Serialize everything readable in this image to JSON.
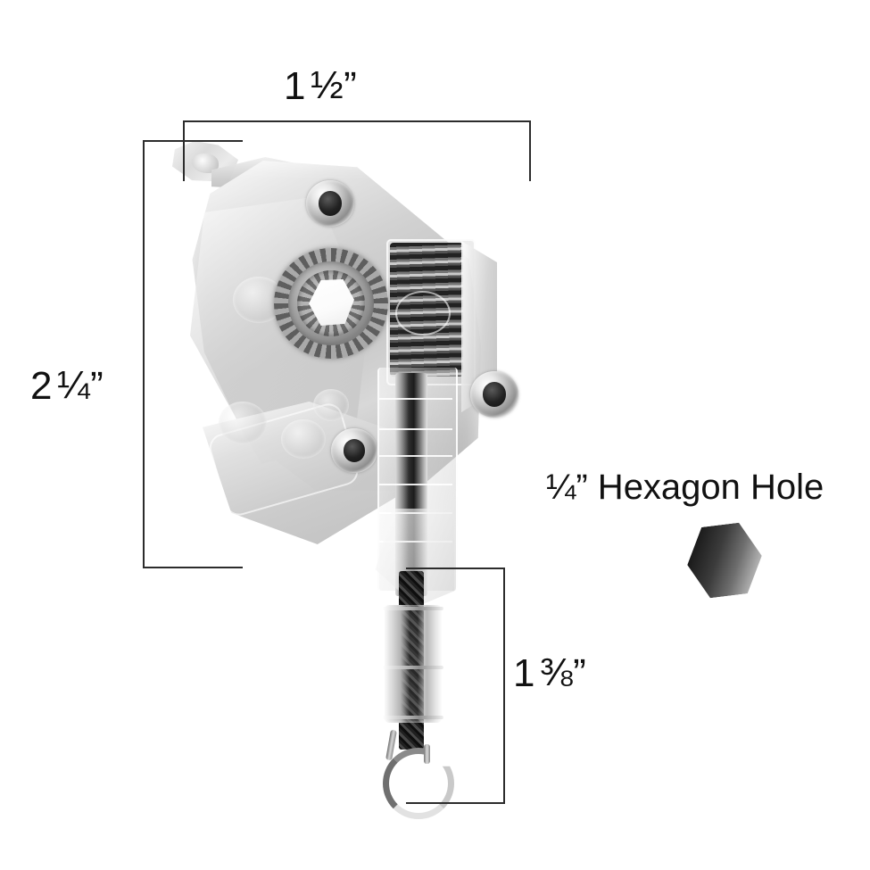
{
  "page": {
    "background_color": "#ffffff",
    "title": "Roller Shade Clutch Mechanism Dimension Diagram"
  },
  "dimensions": {
    "width": {
      "whole": "1",
      "fraction": "½",
      "unit": "”",
      "full_text": "1 ½”",
      "axis": "horizontal",
      "describes": "overall width of clutch housing"
    },
    "height": {
      "whole": "2",
      "fraction": "¼",
      "unit": "”",
      "full_text": "2 ¼”",
      "axis": "vertical",
      "describes": "overall height of clutch housing"
    },
    "cord_length": {
      "whole": "1",
      "fraction": "⅜",
      "unit": "”",
      "full_text": "1 ⅜”",
      "axis": "vertical",
      "describes": "length of cord sleeve and hook"
    }
  },
  "callout": {
    "hex_hole": {
      "fraction": "¼",
      "unit": "”",
      "text": " Hexagon Hole",
      "full_text": "¼” Hexagon Hole"
    },
    "swatch": {
      "shape": "hexagon",
      "fill_dark": "#0b0b0b",
      "fill_light": "#e2e2e2"
    }
  },
  "product": {
    "name": "clutch-mechanism",
    "material": "clear translucent plastic",
    "parts": [
      "mounting tab",
      "housing body",
      "chrome screw",
      "clutch gear with hexagon hole",
      "coil spring chamber",
      "ribbed stem housing",
      "braided cord",
      "chrome sleeve",
      "metal hook"
    ],
    "colors": {
      "plastic": "#c8c8c8",
      "chrome": "#b8b8b8",
      "cord": "#1b1b1b",
      "line": "#2c2c2c"
    }
  }
}
